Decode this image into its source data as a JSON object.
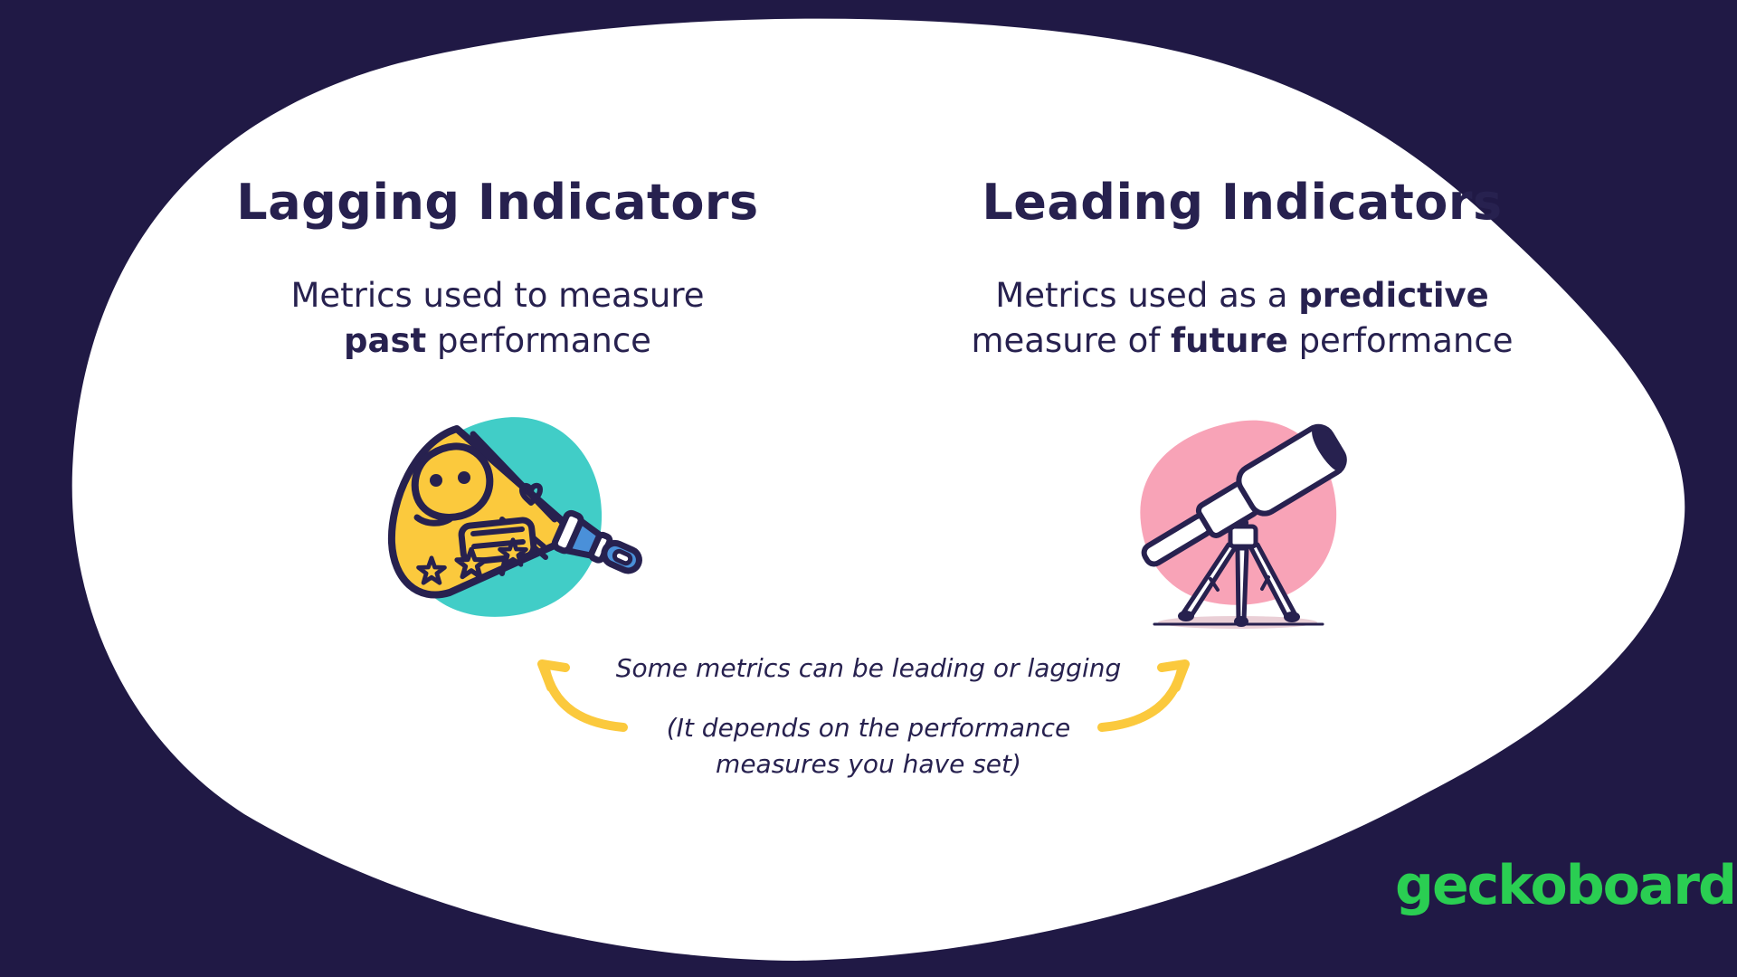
{
  "colors": {
    "background": "#201945",
    "card": "#ffffff",
    "text": "#27214f",
    "teal": "#41cdc7",
    "pink": "#f8a3b7",
    "yellow": "#fbc93d",
    "blue": "#4a90d9",
    "green": "#2ace52"
  },
  "left_column": {
    "title": "Lagging Indicators",
    "subtitle_line1": "Metrics used to measure",
    "subtitle_line2_bold": "past",
    "subtitle_line2_rest": " performance",
    "illustration": "spyglass-doodle-on-teal-blob"
  },
  "right_column": {
    "title": "Leading Indicators",
    "subtitle_line1_prefix": "Metrics used as a ",
    "subtitle_line1_bold": "predictive",
    "subtitle_line2_prefix": "measure of ",
    "subtitle_line2_bold": "future",
    "subtitle_line2_rest": " performance",
    "illustration": "telescope-on-tripod-on-pink-blob"
  },
  "note": {
    "line1": "Some metrics can be leading or lagging",
    "line2": "(It depends on the performance",
    "line3": "measures you have set)"
  },
  "footer": {
    "logo_text": "geckoboard"
  }
}
